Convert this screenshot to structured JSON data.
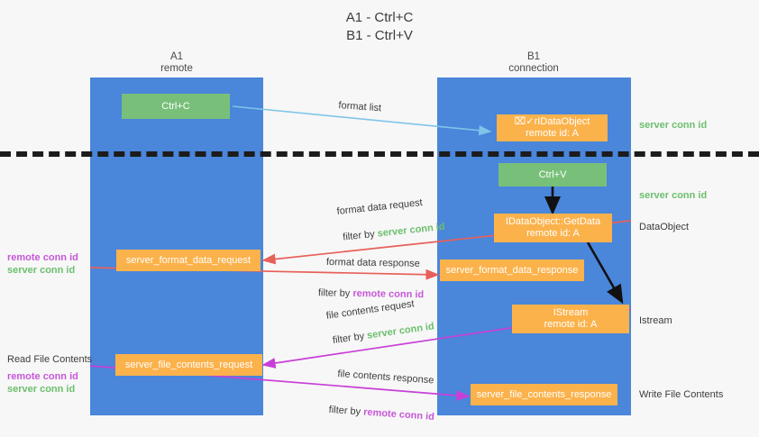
{
  "title": "A1 - Ctrl+C\nB1 - Ctrl+V",
  "lanes": {
    "left": {
      "name": "A1",
      "subtitle": "remote",
      "header": "A1\nremote"
    },
    "right": {
      "name": "B1",
      "subtitle": "connection",
      "header": "B1\nconnection"
    }
  },
  "boxes": {
    "ctrl_c": "Ctrl+C",
    "ctrl_v": "Ctrl+V",
    "idataobject": "⌧✓rIDataObject",
    "idataobject_id": "remote id: A",
    "getdata": "IDataObject::GetData",
    "getdata_id": "remote id: A",
    "istream": "IStream",
    "istream_id": "remote id: A",
    "format_data_request": "server_format_data_request",
    "format_data_response": "server_format_data_response",
    "file_contents_request": "server_file_contents_request",
    "file_contents_response": "server_file_contents_response"
  },
  "arrow_labels": {
    "format_list": "format list",
    "format_data_request": "format data request",
    "format_data_request_filter_prefix": "filter by ",
    "format_data_request_filter_key": "server conn id",
    "format_data_response": "format data response",
    "format_data_response_filter_prefix": "filter by ",
    "format_data_response_filter_key": "remote conn id",
    "file_contents_request": "file contents request",
    "file_contents_request_filter_prefix": "filter by ",
    "file_contents_request_filter_key": "server conn id",
    "file_contents_response": "file contents response",
    "file_contents_response_filter_prefix": "filter by ",
    "file_contents_response_filter_key": "remote conn id"
  },
  "annotations": {
    "left_mid_remote": "remote conn id",
    "left_mid_server": "server conn id",
    "read_file_contents": "Read File Contents",
    "left_low_remote": "remote conn id",
    "left_low_server": "server conn id",
    "right_server_1": "server conn id",
    "right_server_2": "server conn id",
    "right_dataobject": "DataObject",
    "right_istream": "Istream",
    "right_write_file": "Write File Contents"
  },
  "colors": {
    "lane": "#4a86da",
    "green_box": "#78c07a",
    "orange_box": "#fbb24b",
    "server_conn_id": "#6cbf6e",
    "remote_conn_id": "#c657d8",
    "arrow_blue": "#7ec5e8",
    "arrow_red": "#e8605a",
    "arrow_magenta": "#c83fd8",
    "arrow_black": "#111111",
    "background": "#f7f7f7"
  }
}
